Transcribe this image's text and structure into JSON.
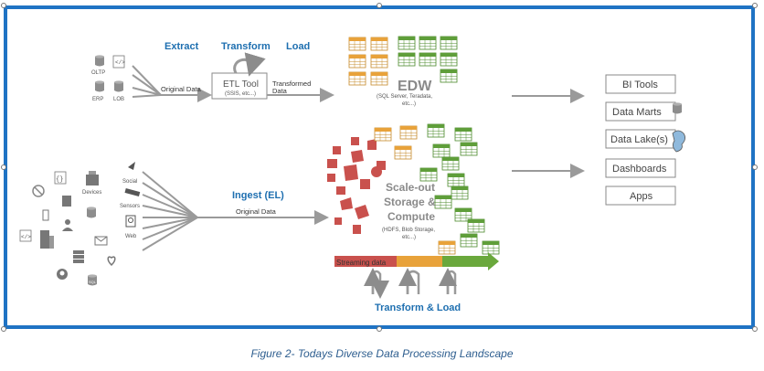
{
  "top": {
    "extract": "Extract",
    "transform": "Transform",
    "load": "Load",
    "sources": [
      "OLTP",
      "ERP",
      "LOB"
    ],
    "original_data": "Original Data",
    "etl_tool": "ETL Tool",
    "etl_sub": "(SSIS, etc...)",
    "transformed_data_1": "Transformed",
    "transformed_data_2": "Data",
    "edw_title": "EDW",
    "edw_sub_1": "(SQL Server, Teradata,",
    "edw_sub_2": "etc...)"
  },
  "bottom": {
    "source_labels": [
      "Devices",
      "Social",
      "Sensors",
      "Web"
    ],
    "ingest": "Ingest (EL)",
    "original_data": "Original Data",
    "scale_1": "Scale-out",
    "scale_2": "Storage &",
    "scale_3": "Compute",
    "scale_sub_1": "(HDFS, Blob Storage,",
    "scale_sub_2": "etc...)",
    "streaming": "Streaming data",
    "transform_load": "Transform & Load"
  },
  "outputs": [
    "BI Tools",
    "Data Marts",
    "Data Lake(s)",
    "Dashboards",
    "Apps"
  ],
  "caption": "Figure 2- Todays Diverse Data Processing Landscape",
  "colors": {
    "frame": "#1f73c4",
    "accent_blue": "#1e6fb0",
    "orange": "#e8a23a",
    "green": "#5f9e3a",
    "red": "#c9514d",
    "arrow": "#9a9a9a"
  }
}
